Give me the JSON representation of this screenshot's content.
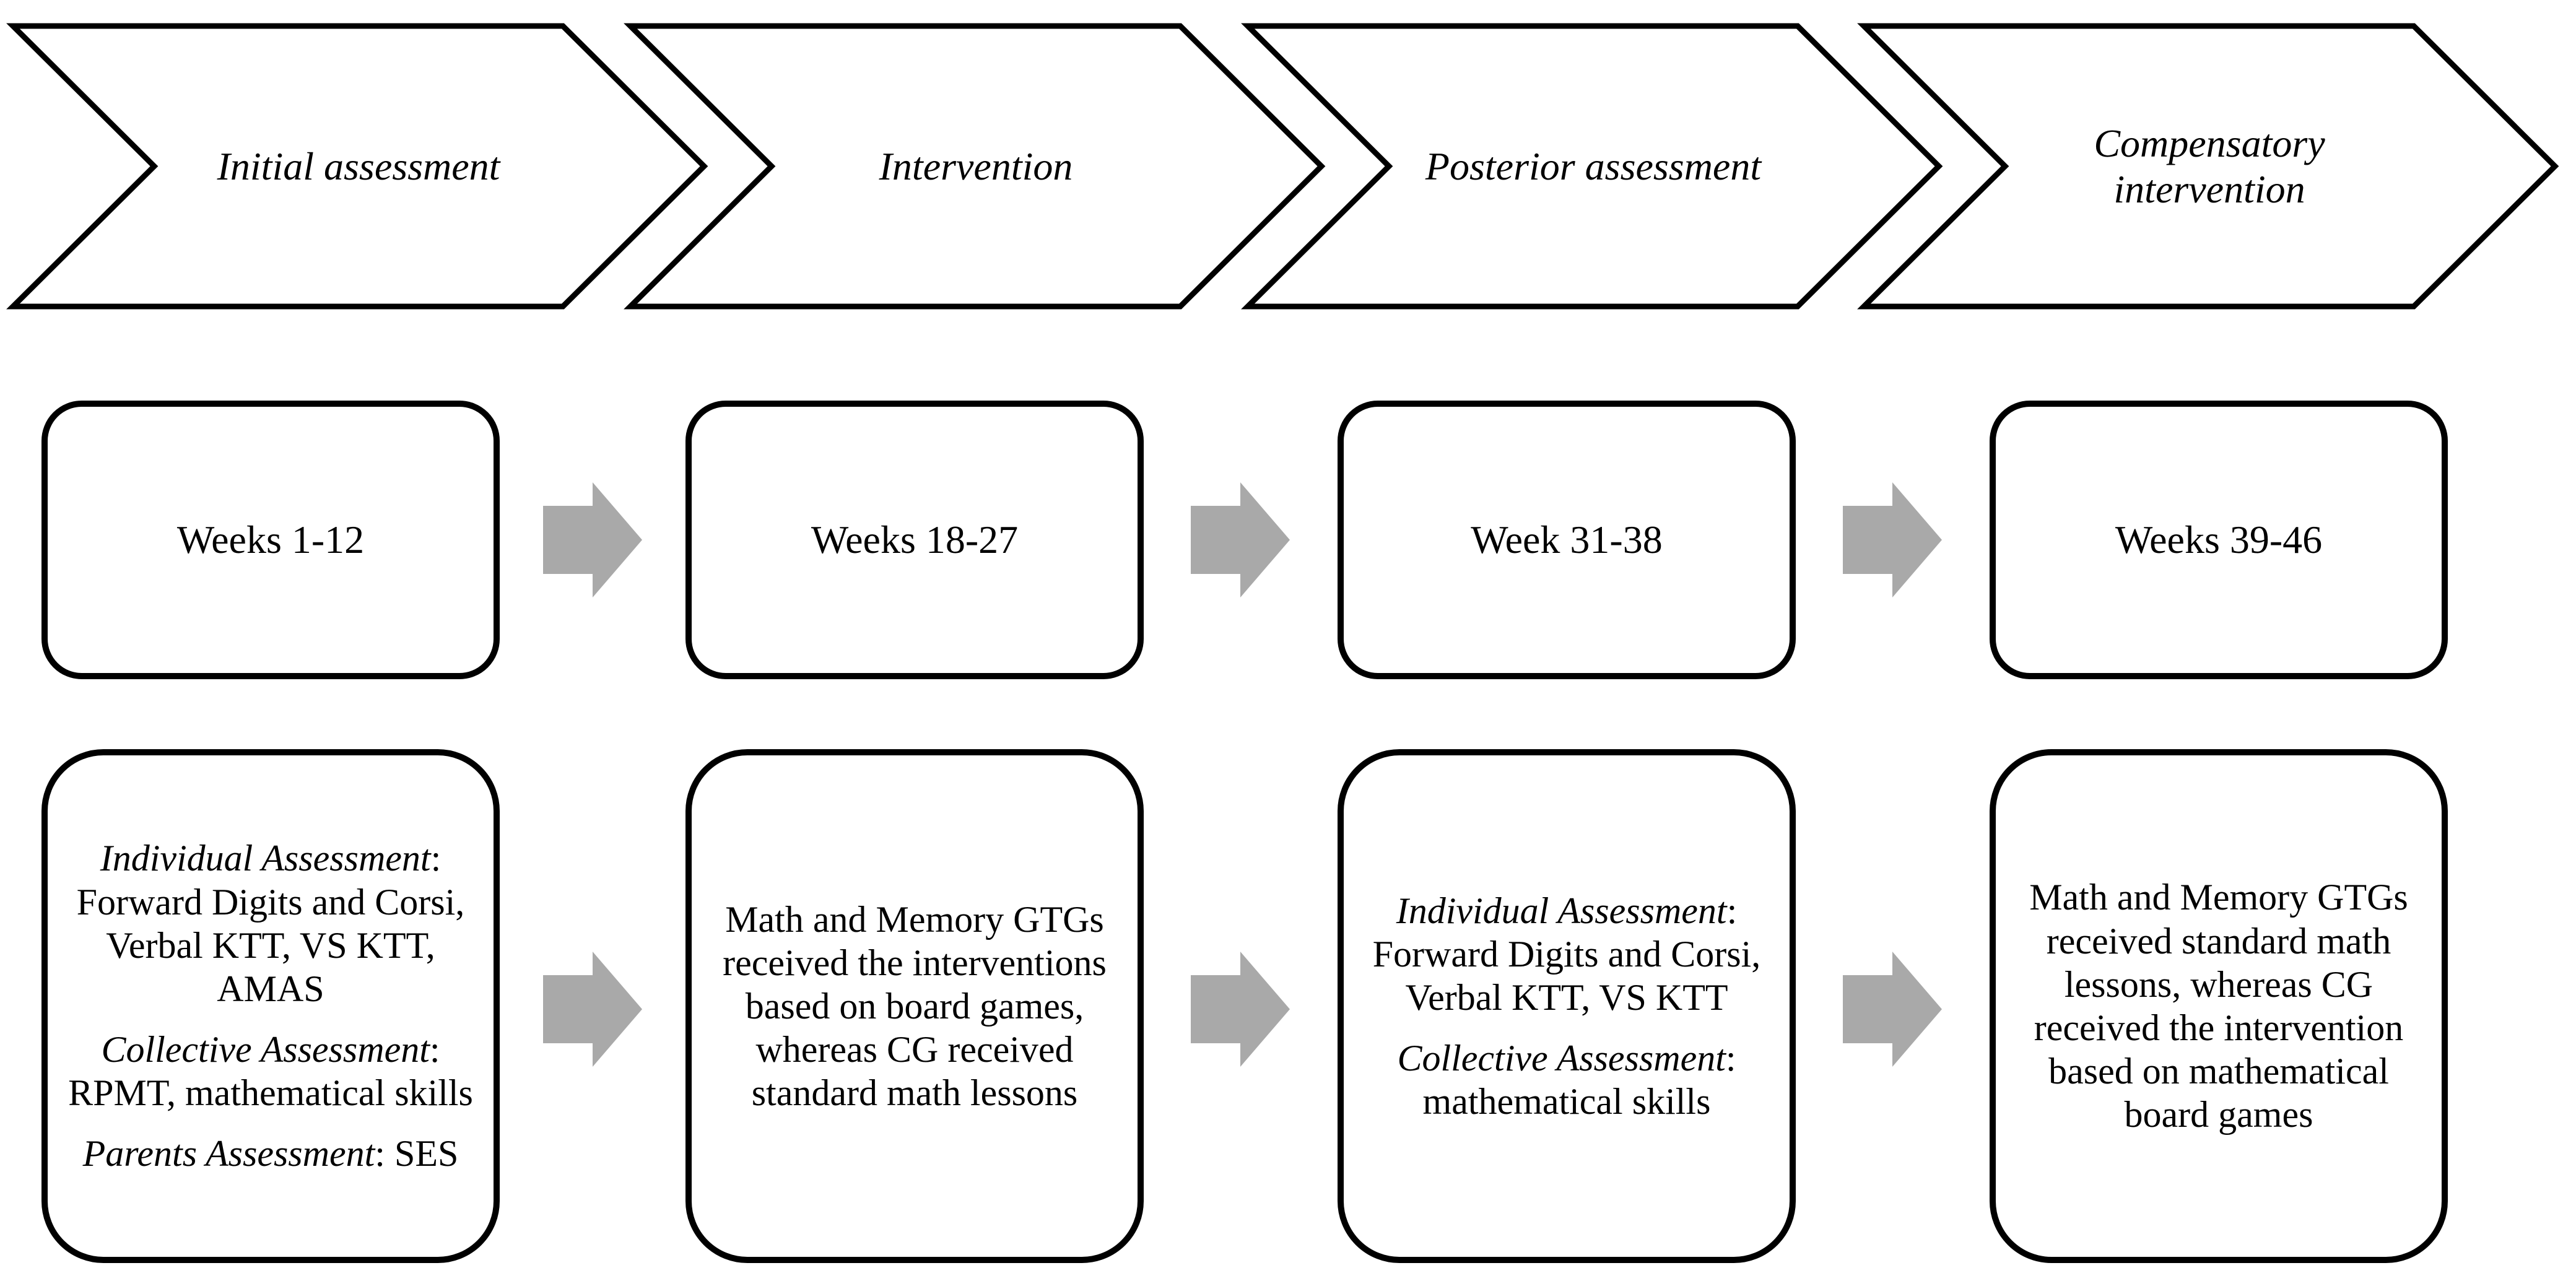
{
  "diagram": {
    "title_hint": "Study timeline flow diagram",
    "colors": {
      "shape_stroke": "#000000",
      "shape_fill": "#ffffff",
      "arrow_fill": "#a9a9a9"
    },
    "phases": [
      {
        "header": "Initial assessment",
        "weeks": "Weeks 1-12",
        "paragraphs": [
          {
            "label": "Individual Assessment",
            "text": ": Forward Digits and Corsi, Verbal KTT, VS KTT, AMAS"
          },
          {
            "label": "Collective Assessment",
            "text": ": RPMT, mathematical skills"
          },
          {
            "label": "Parents Assessment",
            "text": ": SES"
          }
        ]
      },
      {
        "header": "Intervention",
        "weeks": "Weeks 18-27",
        "paragraphs": [
          {
            "label": "",
            "text": "Math and Memory GTGs received the interventions based on board games, whereas CG received standard math lessons"
          }
        ]
      },
      {
        "header": "Posterior assessment",
        "weeks": "Week 31-38",
        "paragraphs": [
          {
            "label": "Individual Assessment",
            "text": ": Forward Digits and Corsi, Verbal KTT, VS KTT"
          },
          {
            "label": "Collective Assessment",
            "text": ": mathematical skills"
          }
        ]
      },
      {
        "header": "Compensatory intervention",
        "weeks": "Weeks 39-46",
        "paragraphs": [
          {
            "label": "",
            "text": "Math and Memory GTGs received standard math lessons, whereas CG received the intervention based on mathematical board games"
          }
        ]
      }
    ]
  }
}
